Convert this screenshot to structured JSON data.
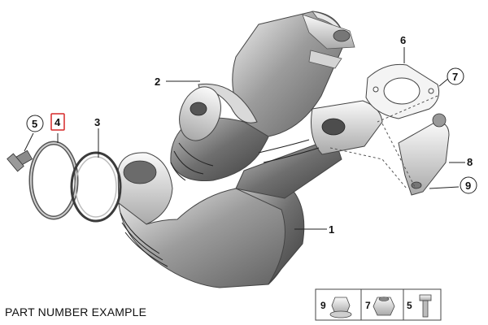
{
  "callouts": {
    "c1": "1",
    "c2": "2",
    "c3": "3",
    "c4": "4",
    "c5": "5",
    "c6": "6",
    "c7": "7",
    "c8": "8",
    "c9": "9"
  },
  "highlighted_callout": "4",
  "highlight_color": "#d62828",
  "legend": {
    "items": [
      {
        "number": "9",
        "part": "flange-nut"
      },
      {
        "number": "7",
        "part": "hex-nut"
      },
      {
        "number": "5",
        "part": "bolt"
      }
    ]
  },
  "caption": "PART NUMBER EXAMPLE"
}
